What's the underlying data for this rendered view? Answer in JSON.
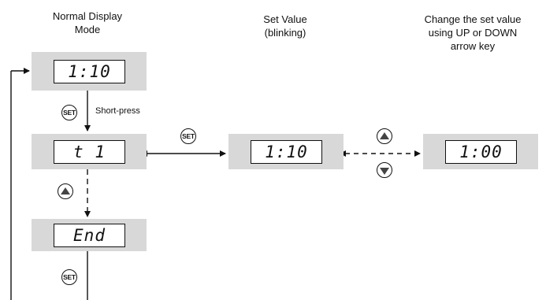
{
  "headings": {
    "normal_display": [
      "Normal Display",
      "Mode"
    ],
    "set_value": [
      "Set Value",
      "(blinking)"
    ],
    "change_value": [
      "Change the set value",
      "using UP or DOWN",
      "arrow key"
    ]
  },
  "displays": {
    "normal": "1:10",
    "t1": "t 1",
    "end": "End",
    "set_value": "1:10",
    "changed_value": "1:00"
  },
  "keys": {
    "set": "SET",
    "up": "up-arrow-icon",
    "down": "down-arrow-icon"
  },
  "annotations": {
    "short_press": "Short-press"
  },
  "colors": {
    "panel": "#d8d8d8",
    "line": "#111111",
    "key_triangle": "#444444"
  }
}
